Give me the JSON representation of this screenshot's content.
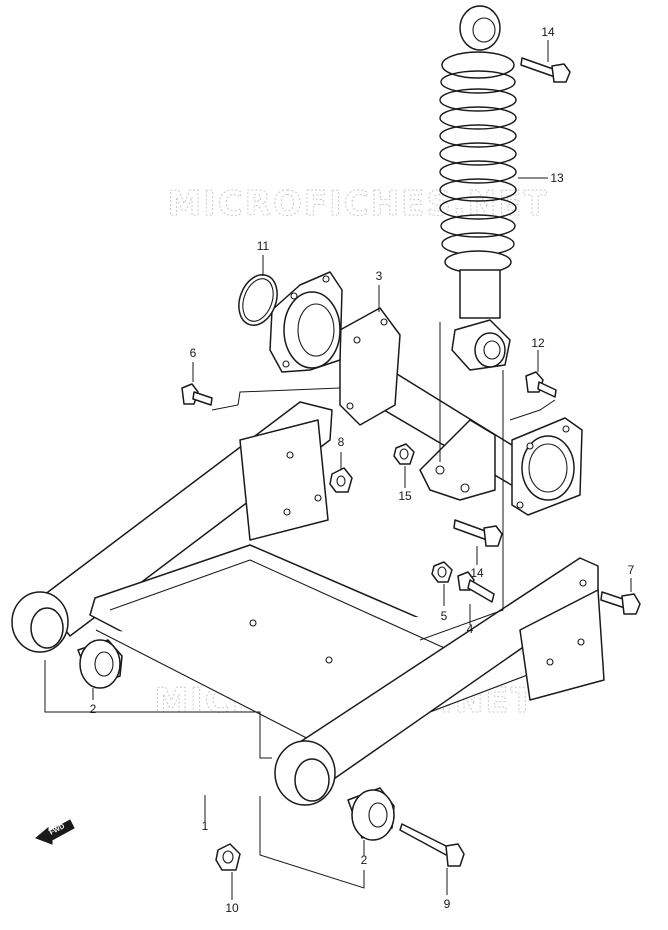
{
  "watermark": {
    "top": "MICROFICHES.NET",
    "bottom": "MICROFICHES.NET"
  },
  "fwd_label": "FWD",
  "callouts": {
    "c1": "1",
    "c2a": "2",
    "c2b": "2",
    "c3": "3",
    "c4": "4",
    "c5": "5",
    "c6": "6",
    "c7": "7",
    "c8": "8",
    "c9": "9",
    "c10": "10",
    "c11": "11",
    "c12": "12",
    "c13": "13",
    "c14a": "14",
    "c14b": "14",
    "c15": "15"
  }
}
